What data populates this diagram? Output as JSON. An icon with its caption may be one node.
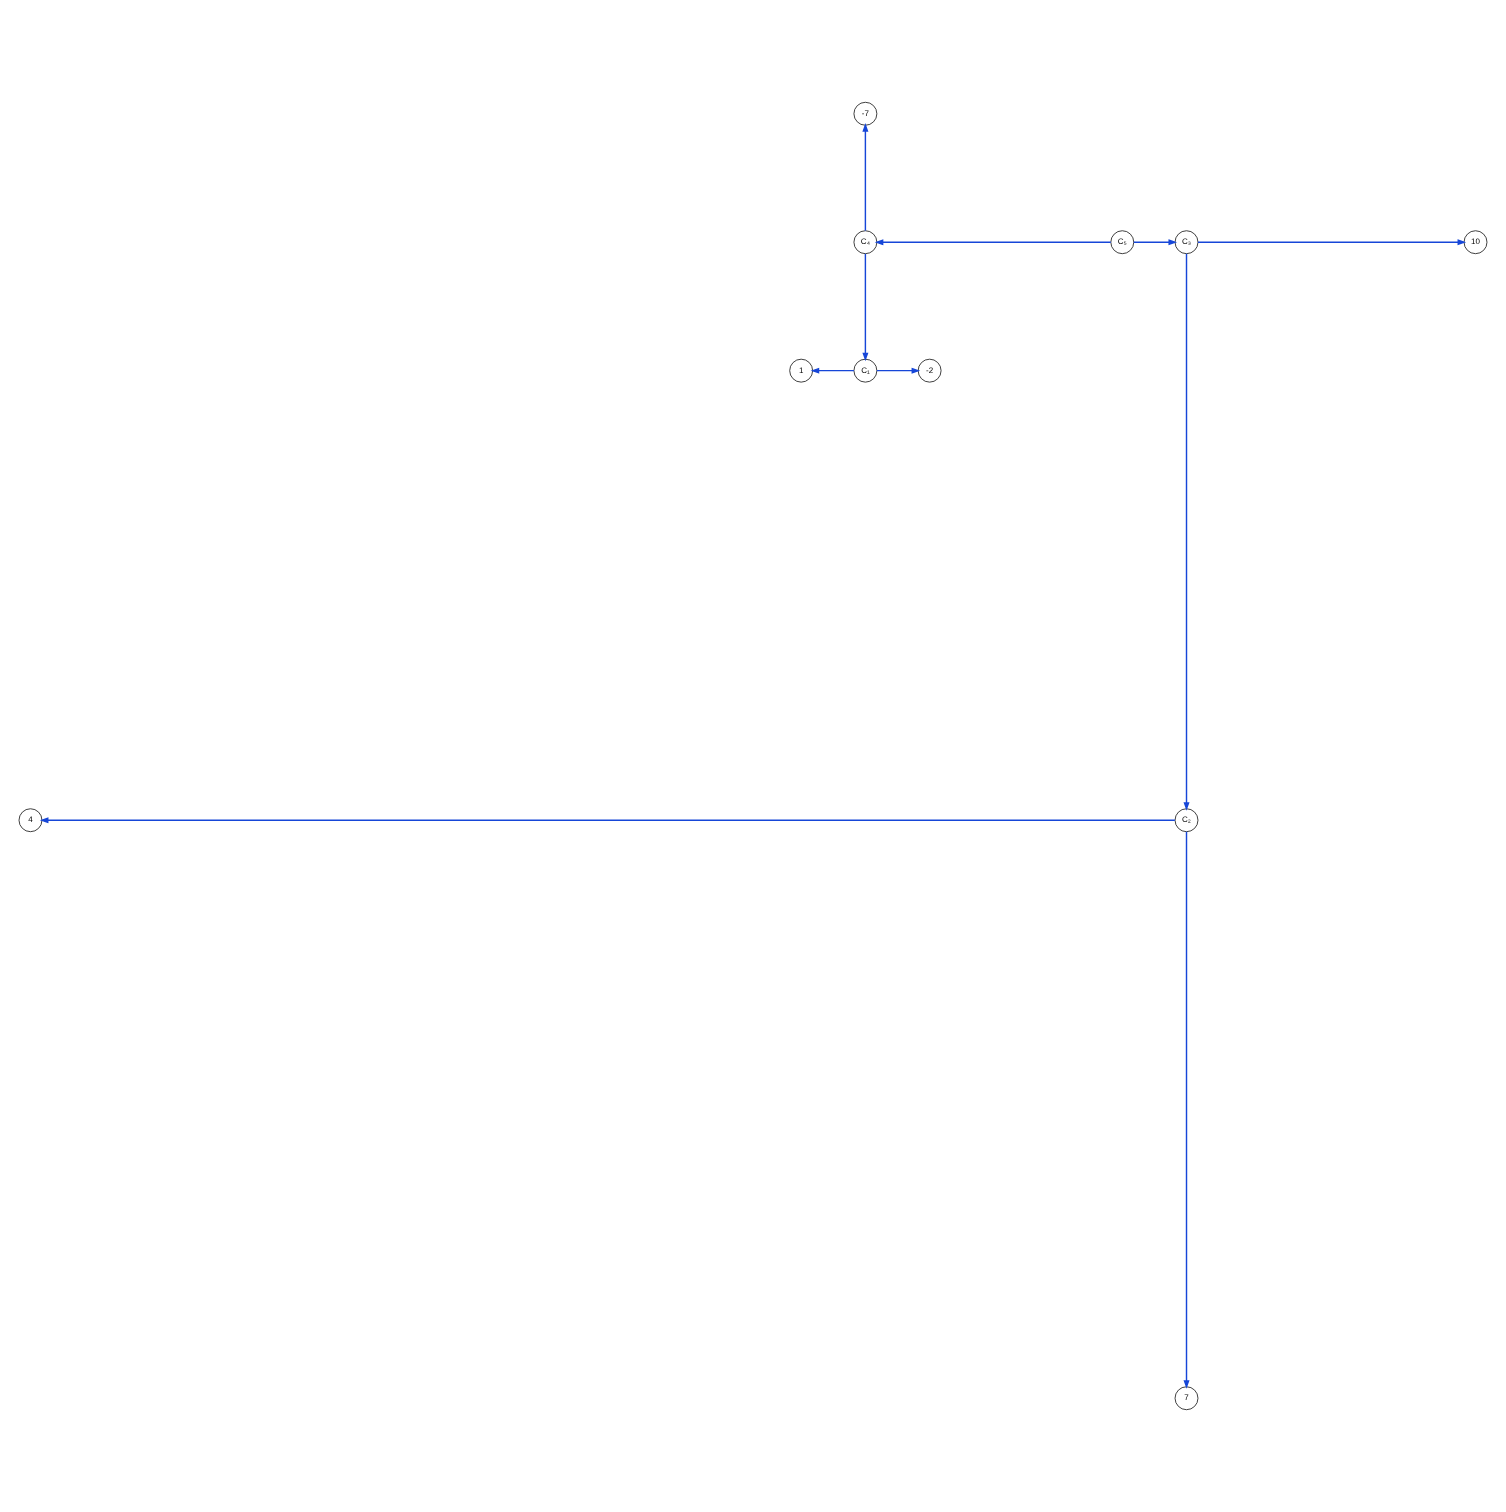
{
  "diagram": {
    "nodes": [
      {
        "text": [
          "4"
        ]
      },
      {
        "text": [
          "1"
        ]
      },
      {
        "text": [
          "7"
        ]
      },
      {
        "text": [
          "-2"
        ]
      },
      {
        "text": [
          "10"
        ]
      },
      {
        "text": [
          "-7"
        ]
      },
      {
        "text": [
          "C₁"
        ]
      },
      {
        "text": [
          "C₅"
        ]
      },
      {
        "text": [
          "C₂"
        ]
      },
      {
        "text": [
          "C₄"
        ]
      },
      {
        "text": [
          "C₃"
        ]
      }
    ],
    "edges": [
      {
        "from": 6,
        "to": 1,
        "arrow": "to"
      },
      {
        "from": 6,
        "to": 3,
        "arrow": "to"
      },
      {
        "from": 9,
        "to": 6,
        "arrow": "to"
      },
      {
        "from": 8,
        "to": 2,
        "arrow": "to"
      },
      {
        "from": 8,
        "to": 0,
        "arrow": "to"
      },
      {
        "from": 10,
        "to": 4,
        "arrow": "to"
      },
      {
        "from": 10,
        "to": 8,
        "arrow": "to"
      },
      {
        "from": 9,
        "to": 5,
        "arrow": "to"
      },
      {
        "from": 7,
        "to": 9,
        "arrow": "to"
      },
      {
        "from": 7,
        "to": 10,
        "arrow": "to"
      }
    ]
  }
}
